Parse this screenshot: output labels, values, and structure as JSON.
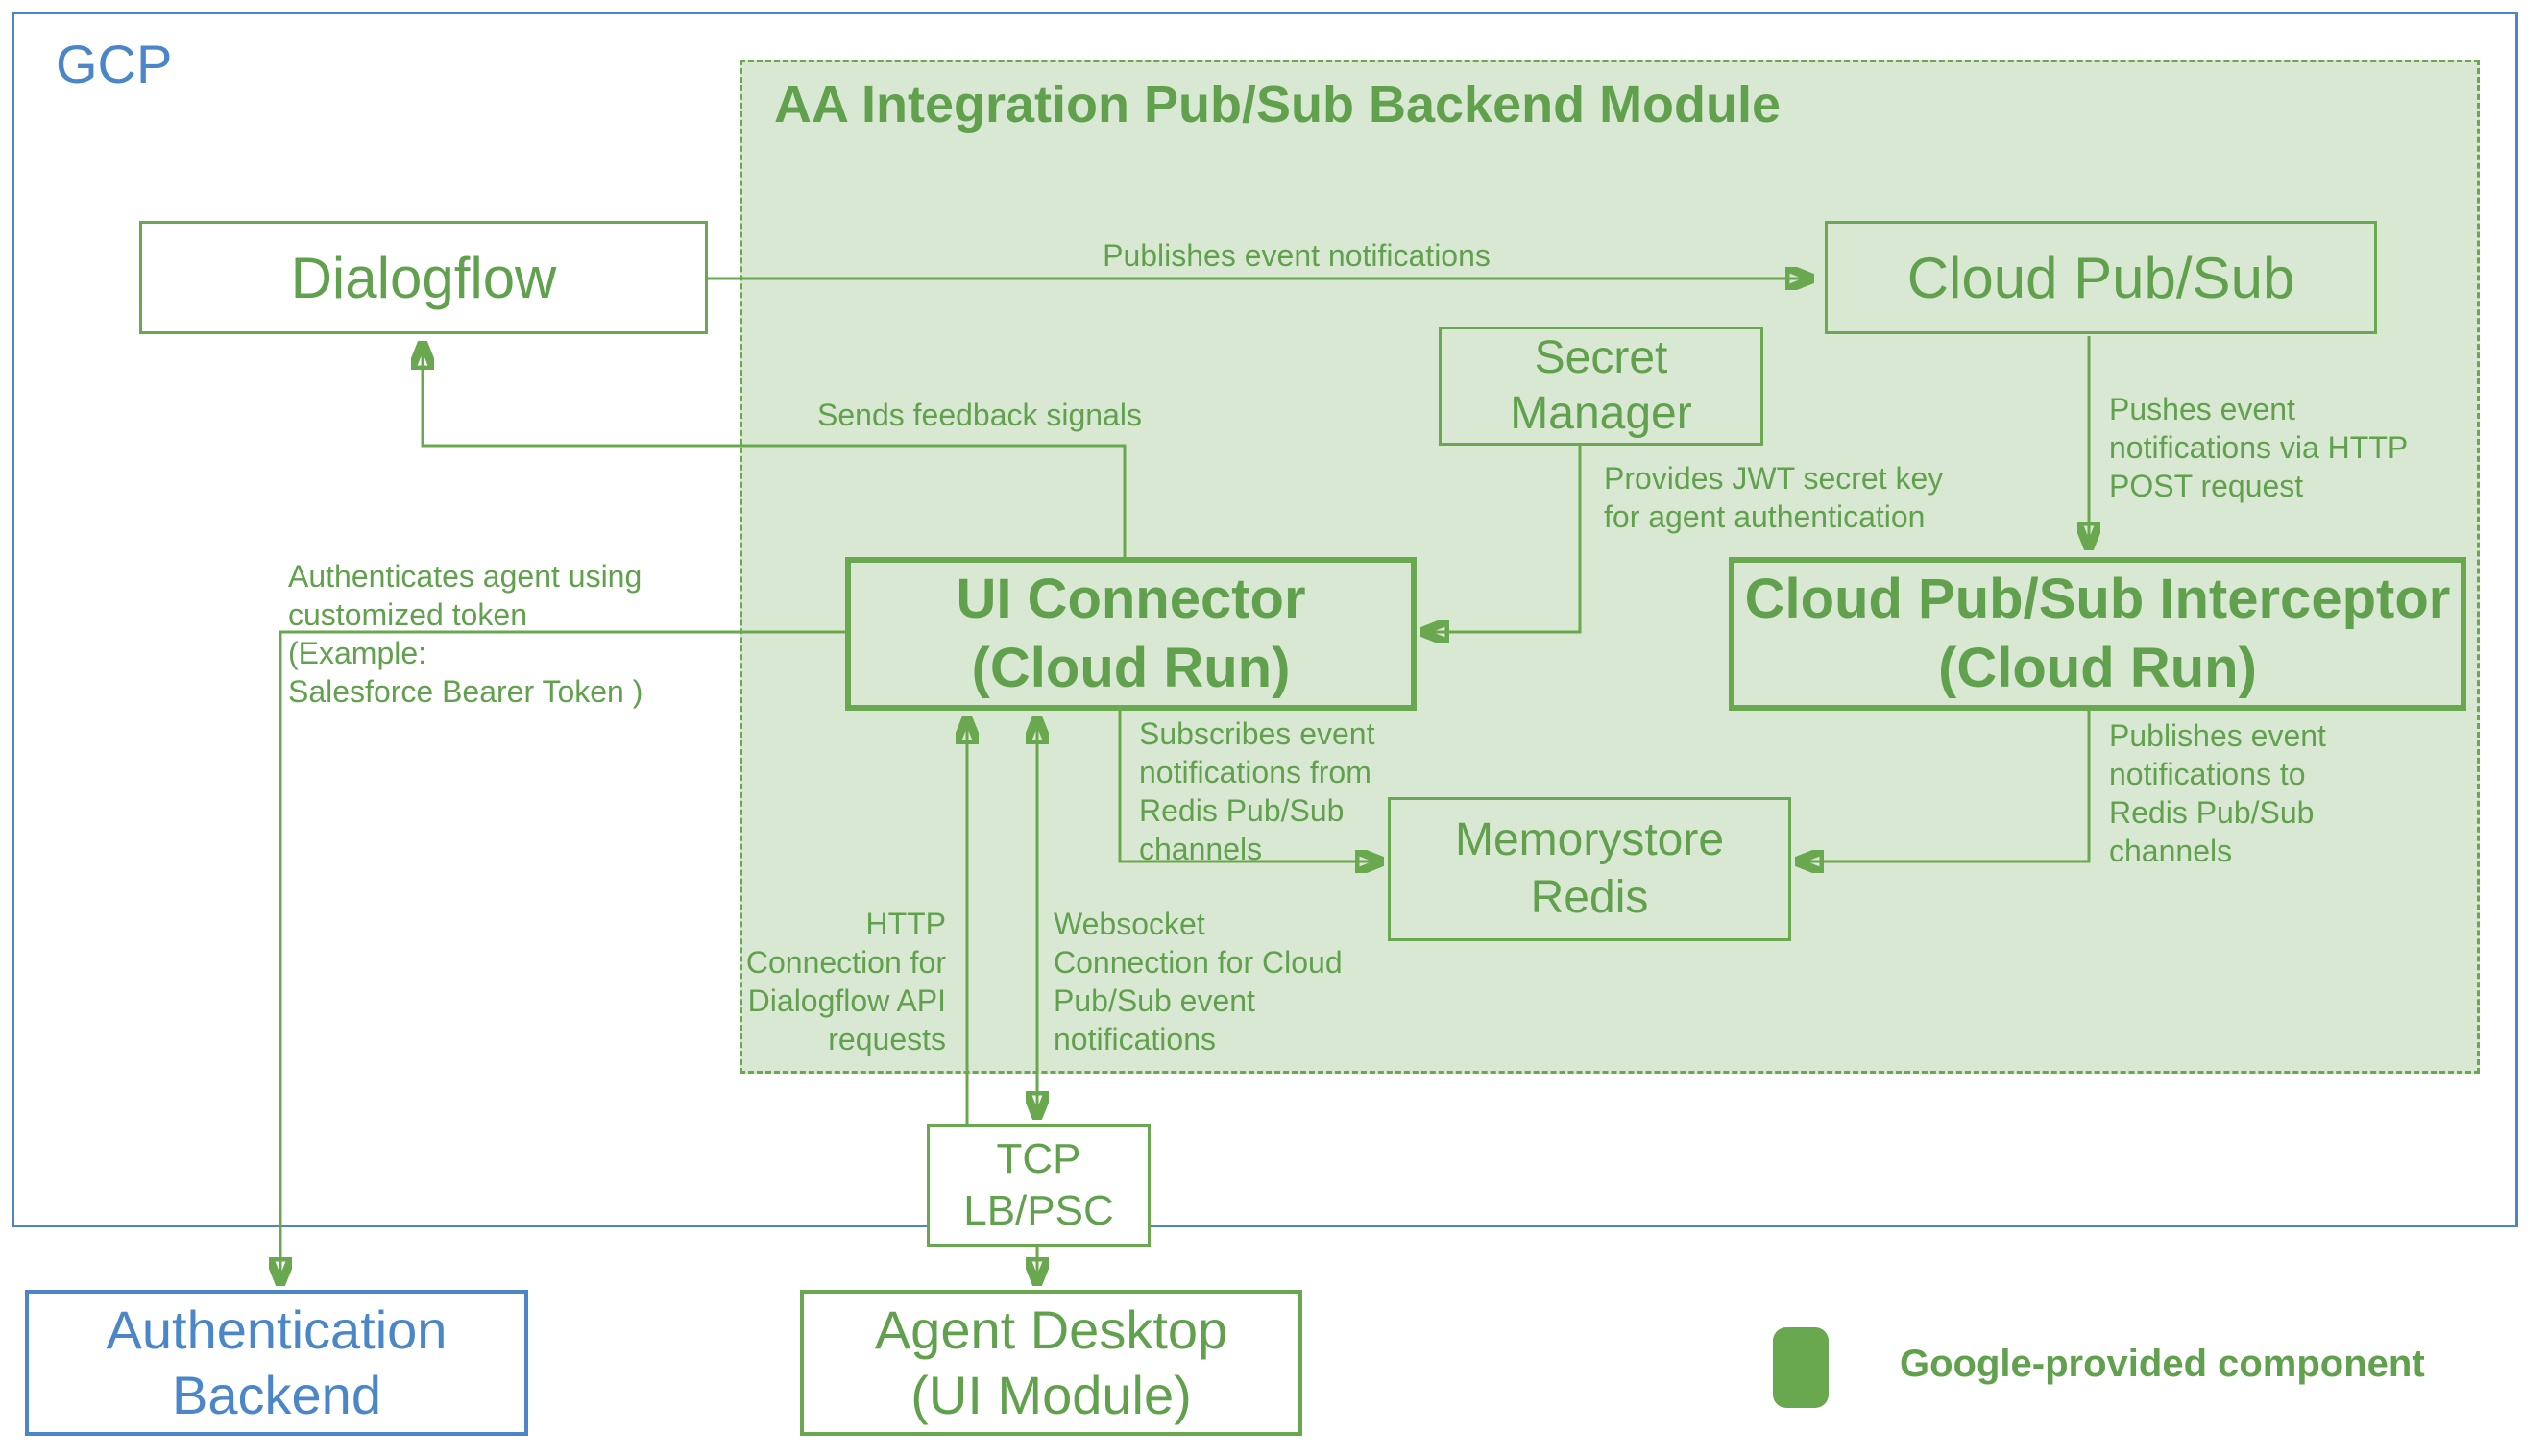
{
  "colors": {
    "green": "#6aa84f",
    "green_fill": "#d9e8d2",
    "blue": "#4a86c8"
  },
  "gcp": {
    "label": "GCP"
  },
  "module": {
    "title": "AA Integration Pub/Sub Backend Module"
  },
  "nodes": {
    "dialogflow": {
      "lines": [
        "Dialogflow"
      ]
    },
    "cloud_pubsub": {
      "lines": [
        "Cloud Pub/Sub"
      ]
    },
    "secret_manager": {
      "lines": [
        "Secret",
        "Manager"
      ]
    },
    "ui_connector": {
      "lines": [
        "UI Connector",
        "(Cloud Run)"
      ]
    },
    "interceptor": {
      "lines": [
        "Cloud Pub/Sub Interceptor",
        "(Cloud Run)"
      ]
    },
    "memorystore": {
      "lines": [
        "Memorystore",
        "Redis"
      ]
    },
    "tcp_lb": {
      "lines": [
        "TCP",
        "LB/PSC"
      ]
    },
    "agent_desktop": {
      "lines": [
        "Agent Desktop",
        "(UI Module)"
      ]
    },
    "auth_backend": {
      "lines": [
        "Authentication",
        "Backend"
      ]
    }
  },
  "edge_labels": {
    "publishes": {
      "lines": [
        "Publishes event notifications"
      ]
    },
    "feedback": {
      "lines": [
        "Sends feedback signals"
      ]
    },
    "jwt": {
      "lines": [
        "Provides JWT secret key",
        "for agent authentication"
      ]
    },
    "pushes": {
      "lines": [
        "Pushes event",
        "notifications via HTTP",
        "POST request"
      ]
    },
    "authenticates": {
      "lines": [
        "Authenticates agent using",
        "customized token",
        "(Example:",
        "Salesforce Bearer Token )"
      ]
    },
    "subscribes": {
      "lines": [
        "Subscribes event",
        "notifications from",
        "Redis Pub/Sub",
        "channels"
      ]
    },
    "publishes_redis": {
      "lines": [
        "Publishes event",
        "notifications to",
        "Redis Pub/Sub",
        "channels"
      ]
    },
    "http_conn": {
      "lines": [
        "HTTP",
        "Connection for",
        "Dialogflow API",
        "requests"
      ]
    },
    "websocket_conn": {
      "lines": [
        "Websocket",
        "Connection for Cloud",
        "Pub/Sub event",
        "notifications"
      ]
    }
  },
  "legend": {
    "label": "Google-provided component"
  }
}
